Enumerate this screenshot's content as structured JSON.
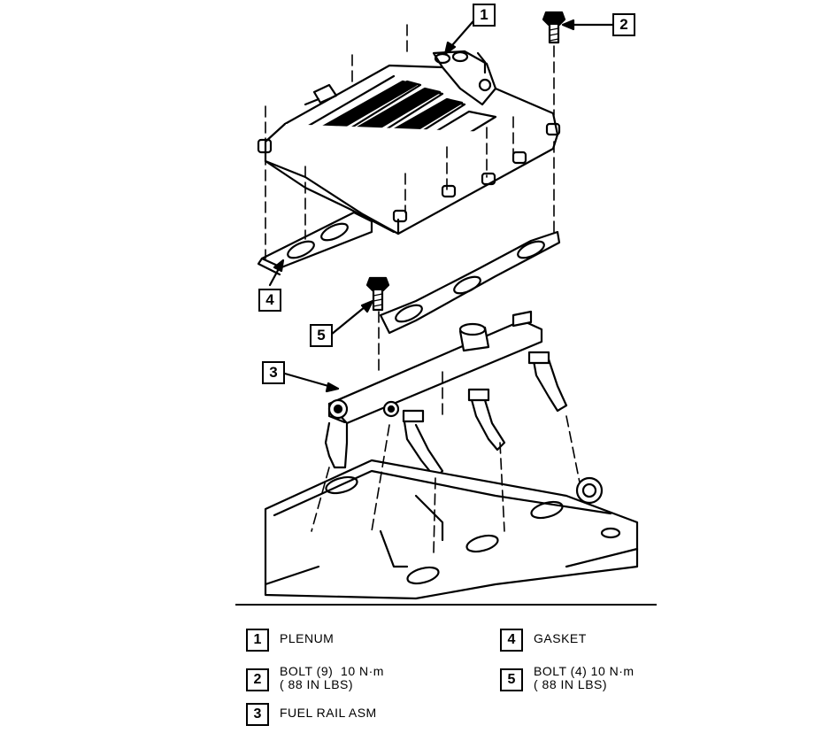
{
  "callouts": [
    {
      "number": "1"
    },
    {
      "number": "2"
    },
    {
      "number": "3"
    },
    {
      "number": "4"
    },
    {
      "number": "5"
    }
  ],
  "legend": [
    {
      "number": "1",
      "lines": [
        "PLENUM"
      ]
    },
    {
      "number": "2",
      "lines": [
        "BOLT (9)  10 N·m",
        "( 88 IN LBS)"
      ]
    },
    {
      "number": "3",
      "lines": [
        "FUEL RAIL ASM"
      ]
    },
    {
      "number": "4",
      "lines": [
        "GASKET"
      ]
    },
    {
      "number": "5",
      "lines": [
        "BOLT (4) 10 N·m",
        "( 88 IN LBS)"
      ]
    }
  ]
}
